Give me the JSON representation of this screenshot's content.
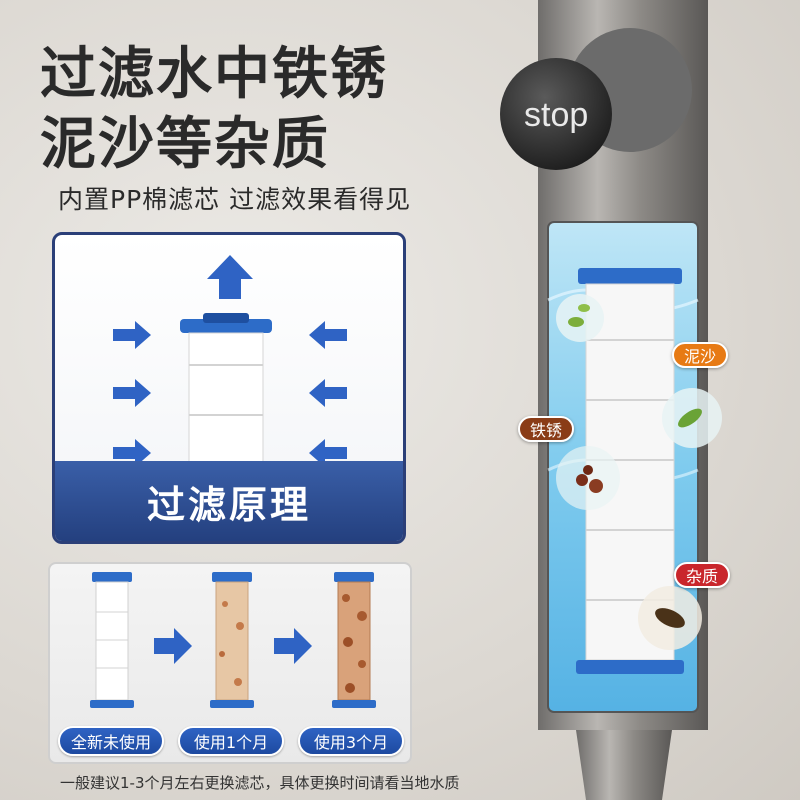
{
  "headline": {
    "line1": "过滤水中铁锈",
    "line2": "泥沙等杂质",
    "subtitle": "内置PP棉滤芯 过滤效果看得见"
  },
  "principle_panel": {
    "label": "过滤原理"
  },
  "comparison": {
    "stages": [
      {
        "label": "全新未使用",
        "color": "#ffffff"
      },
      {
        "label": "使用1个月",
        "color": "#e7c7a5"
      },
      {
        "label": "使用3个月",
        "color": "#d9a27a"
      }
    ]
  },
  "note": "一般建议1-3个月左右更换滤芯，具体更换时间请看当地水质",
  "product": {
    "stop_label": "stop",
    "tags": {
      "sand": "泥沙",
      "rust": "铁锈",
      "impurity": "杂质"
    }
  },
  "colors": {
    "brand_blue": "#2f63c4",
    "dark_navy": "#24407f",
    "sand_tag": "#e77a14",
    "rust_tag": "#8a3c17",
    "impurity_tag": "#c9262c"
  }
}
